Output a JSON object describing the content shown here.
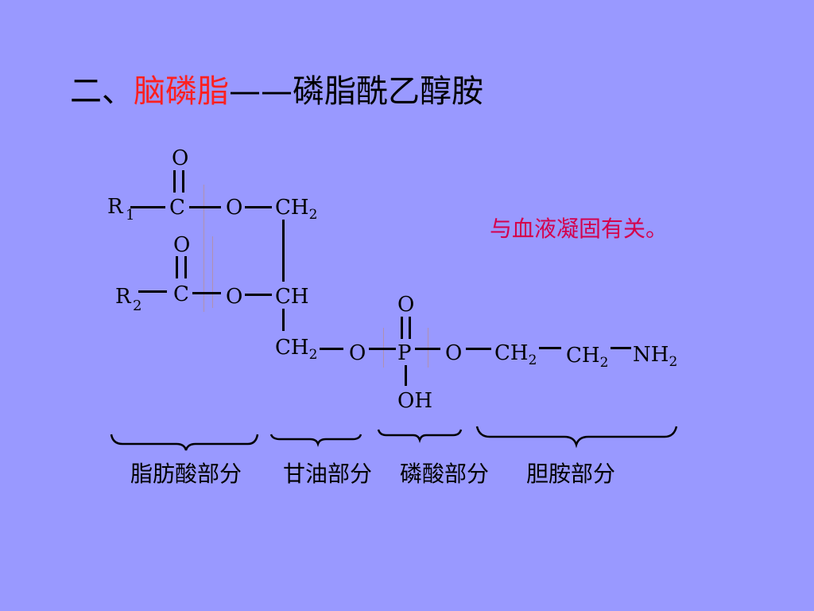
{
  "title": {
    "prefix": "二、",
    "highlight": "脑磷脂",
    "dash": "——",
    "rest": "磷脂酰乙醇胺"
  },
  "note": "与血液凝固有关。",
  "structure": {
    "r1": "R",
    "r1_sub": "1",
    "r2": "R",
    "r2_sub": "2",
    "carbon": "C",
    "oxygen": "O",
    "ch": "CH",
    "ch2": "CH",
    "ch2_sub": "2",
    "phosphorus": "P",
    "oh": "OH",
    "nh2": "NH",
    "nh2_sub": "2"
  },
  "parts": [
    {
      "label": "脂肪酸部分"
    },
    {
      "label": "甘油部分"
    },
    {
      "label": "磷酸部分"
    },
    {
      "label": "胆胺部分"
    }
  ],
  "colors": {
    "background": "#9999ff",
    "title_highlight": "#ff2020",
    "note": "#d4004c"
  }
}
